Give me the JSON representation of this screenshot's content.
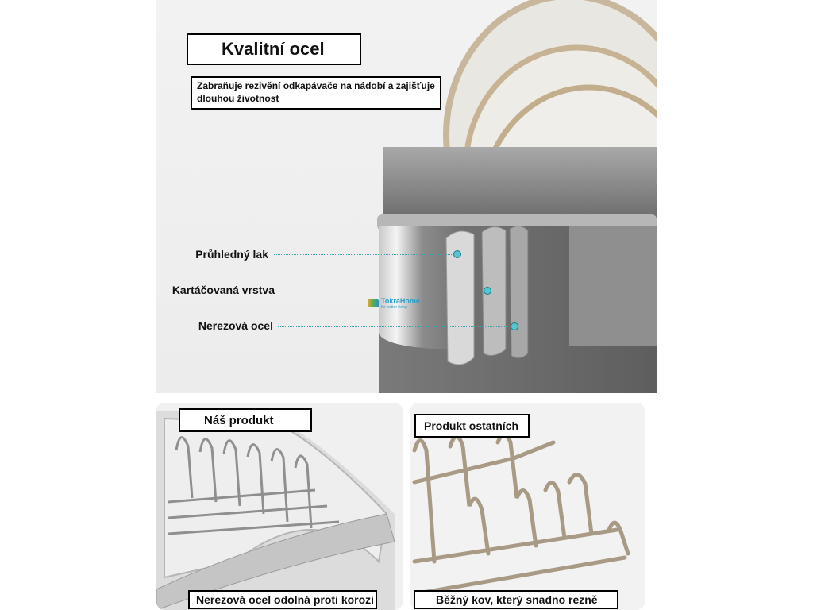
{
  "header": {
    "title": "Kvalitní ocel",
    "description": "Zabraňuje rezivění odkapávače na nádobí a zajišťuje dlouhou životnost"
  },
  "layers": [
    {
      "label": "Průhledný lak"
    },
    {
      "label": "Kartáčovaná vrstva"
    },
    {
      "label": "Nerezová ocel"
    }
  ],
  "watermark": {
    "brand": "TokraHome",
    "tagline": "for better living"
  },
  "comparison": {
    "ours": {
      "title": "Náš produkt",
      "caption": "Nerezová ocel odolná proti korozi"
    },
    "others": {
      "title": "Produkt ostatních",
      "caption": "Běžný kov, který snadno rezně"
    }
  },
  "colors": {
    "accent_dot": "#53c6d3",
    "steel": "#9a9a9a",
    "rust_wire": "#a89a84"
  }
}
